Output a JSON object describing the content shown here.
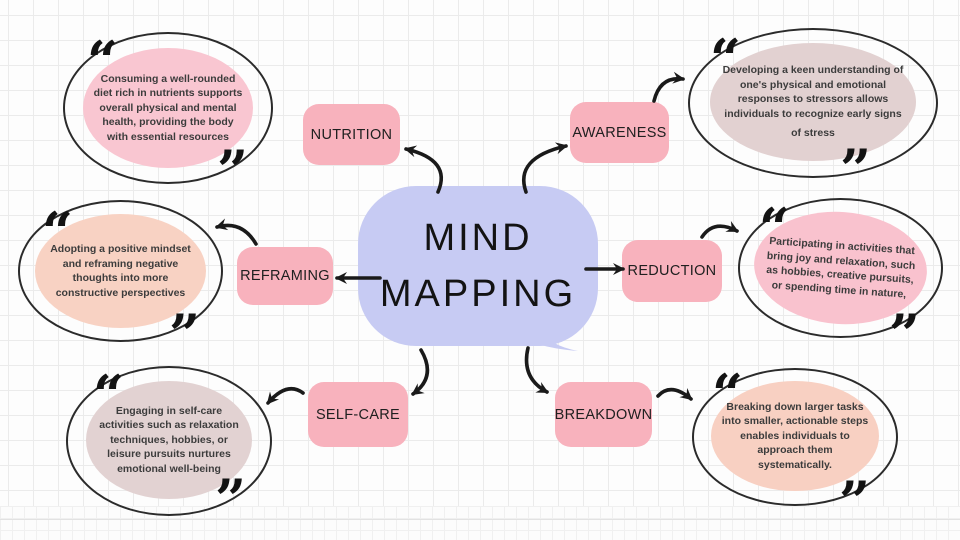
{
  "center": {
    "line1": "MIND",
    "line2": "MAPPING"
  },
  "quotes": {
    "open": "“",
    "close": "”"
  },
  "colors": {
    "center_fill": "#c7cbf3",
    "label_fill": "#f8b2bd",
    "outline": "#2b2b2b",
    "arrow": "#1a1a1a",
    "grid_line": "#ebebeb",
    "background": "#fdfdfd"
  },
  "branches": [
    {
      "label": "NUTRITION",
      "fill": "#f9c6d1",
      "note": "Consuming a well-rounded diet rich in nutrients supports overall physical and mental health, providing the body with essential resources"
    },
    {
      "label": "AWARENESS",
      "fill": "#e2d1d1",
      "note": "Developing a keen understanding of one's physical and emotional responses to stressors allows individuals to recognize early signs",
      "note2": "of stress"
    },
    {
      "label": "REFRAMING",
      "fill": "#f8d2c3",
      "note": "Adopting a positive mindset and reframing negative thoughts into more constructive perspectives"
    },
    {
      "label": "REDUCTION",
      "fill": "#f9c2ce",
      "note": "Participating in activities that bring joy and relaxation, such as hobbies, creative pursuits, or spending time in nature,"
    },
    {
      "label": "SELF-CARE",
      "fill": "#e2d2d2",
      "note": "Engaging in self-care activities such as relaxation techniques, hobbies, or leisure pursuits nurtures emotional well-being"
    },
    {
      "label": "BREAKDOWN",
      "fill": "#f8d0c2",
      "note": "Breaking down larger tasks into smaller, actionable steps enables individuals to approach them systematically."
    }
  ]
}
